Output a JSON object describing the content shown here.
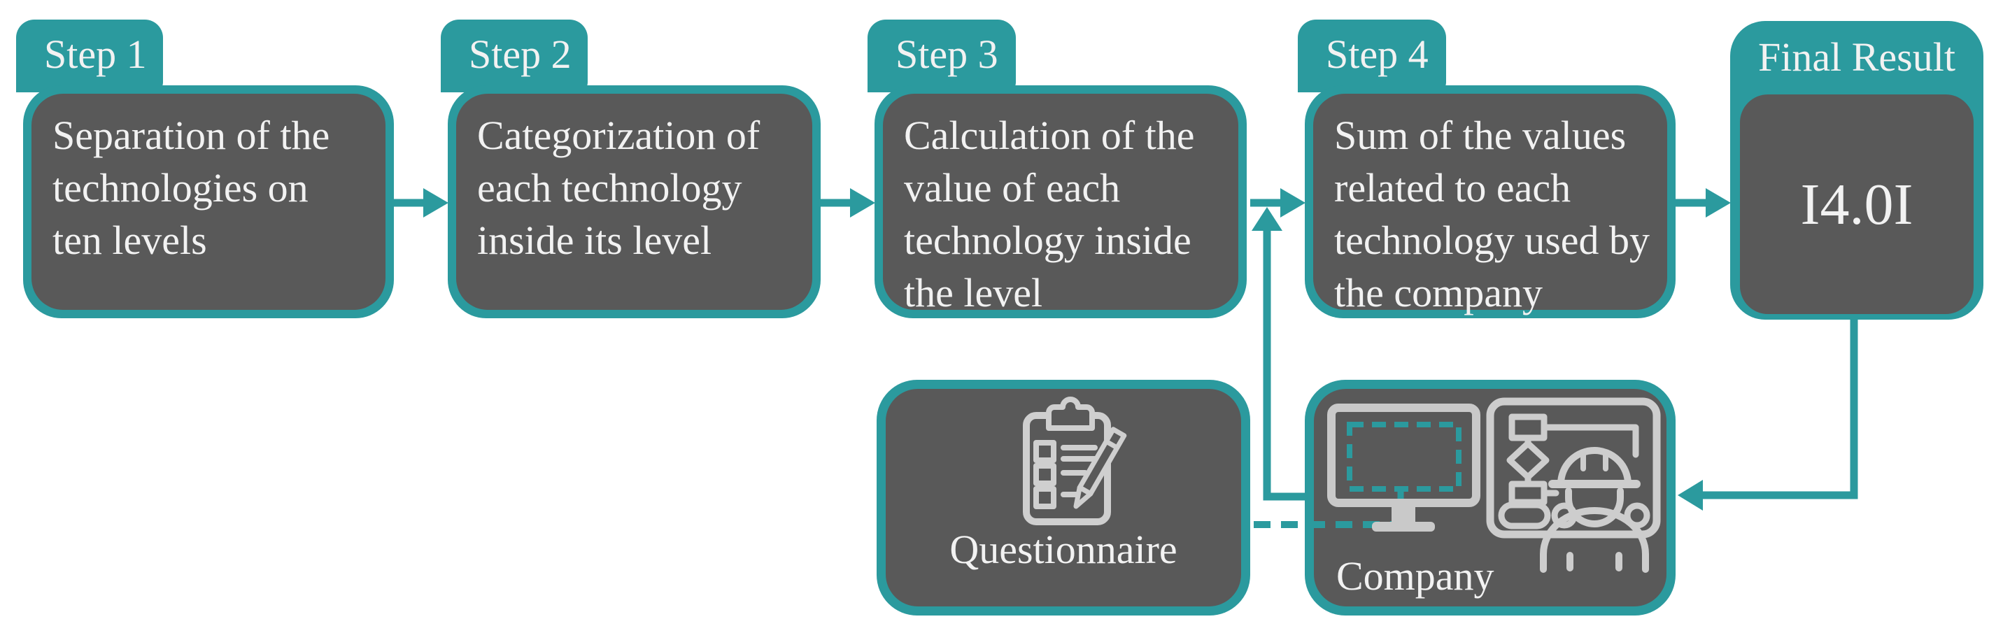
{
  "diagram_title": "",
  "colors": {
    "teal_accent": "#2B9A9E",
    "box_gray": "#595959",
    "icon_light_gray": "#CDCDCD",
    "text_white": "#F2F2F2"
  },
  "steps": [
    {
      "tab": "Step 1",
      "lines": [
        "Separation of the",
        "technologies on",
        "ten levels"
      ]
    },
    {
      "tab": "Step 2",
      "lines": [
        "Categorization of",
        "each technology",
        "inside its level"
      ]
    },
    {
      "tab": "Step 3",
      "lines": [
        "Calculation of the",
        "value of each",
        "technology inside",
        "the level"
      ]
    },
    {
      "tab": "Step 4",
      "lines": [
        "Sum of the values",
        "related to each",
        "technology used by",
        "the company"
      ]
    }
  ],
  "final": {
    "tab": "Final Result",
    "value": "I4.0I"
  },
  "questionnaire": {
    "label": "Questionnaire",
    "icon": "clipboard-checklist-pencil-icon"
  },
  "company": {
    "label": "Company",
    "icons": [
      "computer-monitor-icon",
      "engineer-flowchart-icon"
    ]
  },
  "connections": [
    {
      "from": "step-1",
      "to": "step-2",
      "style": "solid-arrow"
    },
    {
      "from": "step-2",
      "to": "step-3",
      "style": "solid-arrow"
    },
    {
      "from": "step-3",
      "to": "step-4",
      "style": "solid-arrow"
    },
    {
      "from": "step-4",
      "to": "final-result",
      "style": "solid-arrow"
    },
    {
      "from": "company",
      "to": "step-3-step-4-arrow",
      "style": "solid-arrow-up"
    },
    {
      "from": "final-result",
      "to": "company",
      "style": "solid-arrow-left"
    },
    {
      "from": "questionnaire",
      "to": "company",
      "style": "dashed-line"
    }
  ]
}
